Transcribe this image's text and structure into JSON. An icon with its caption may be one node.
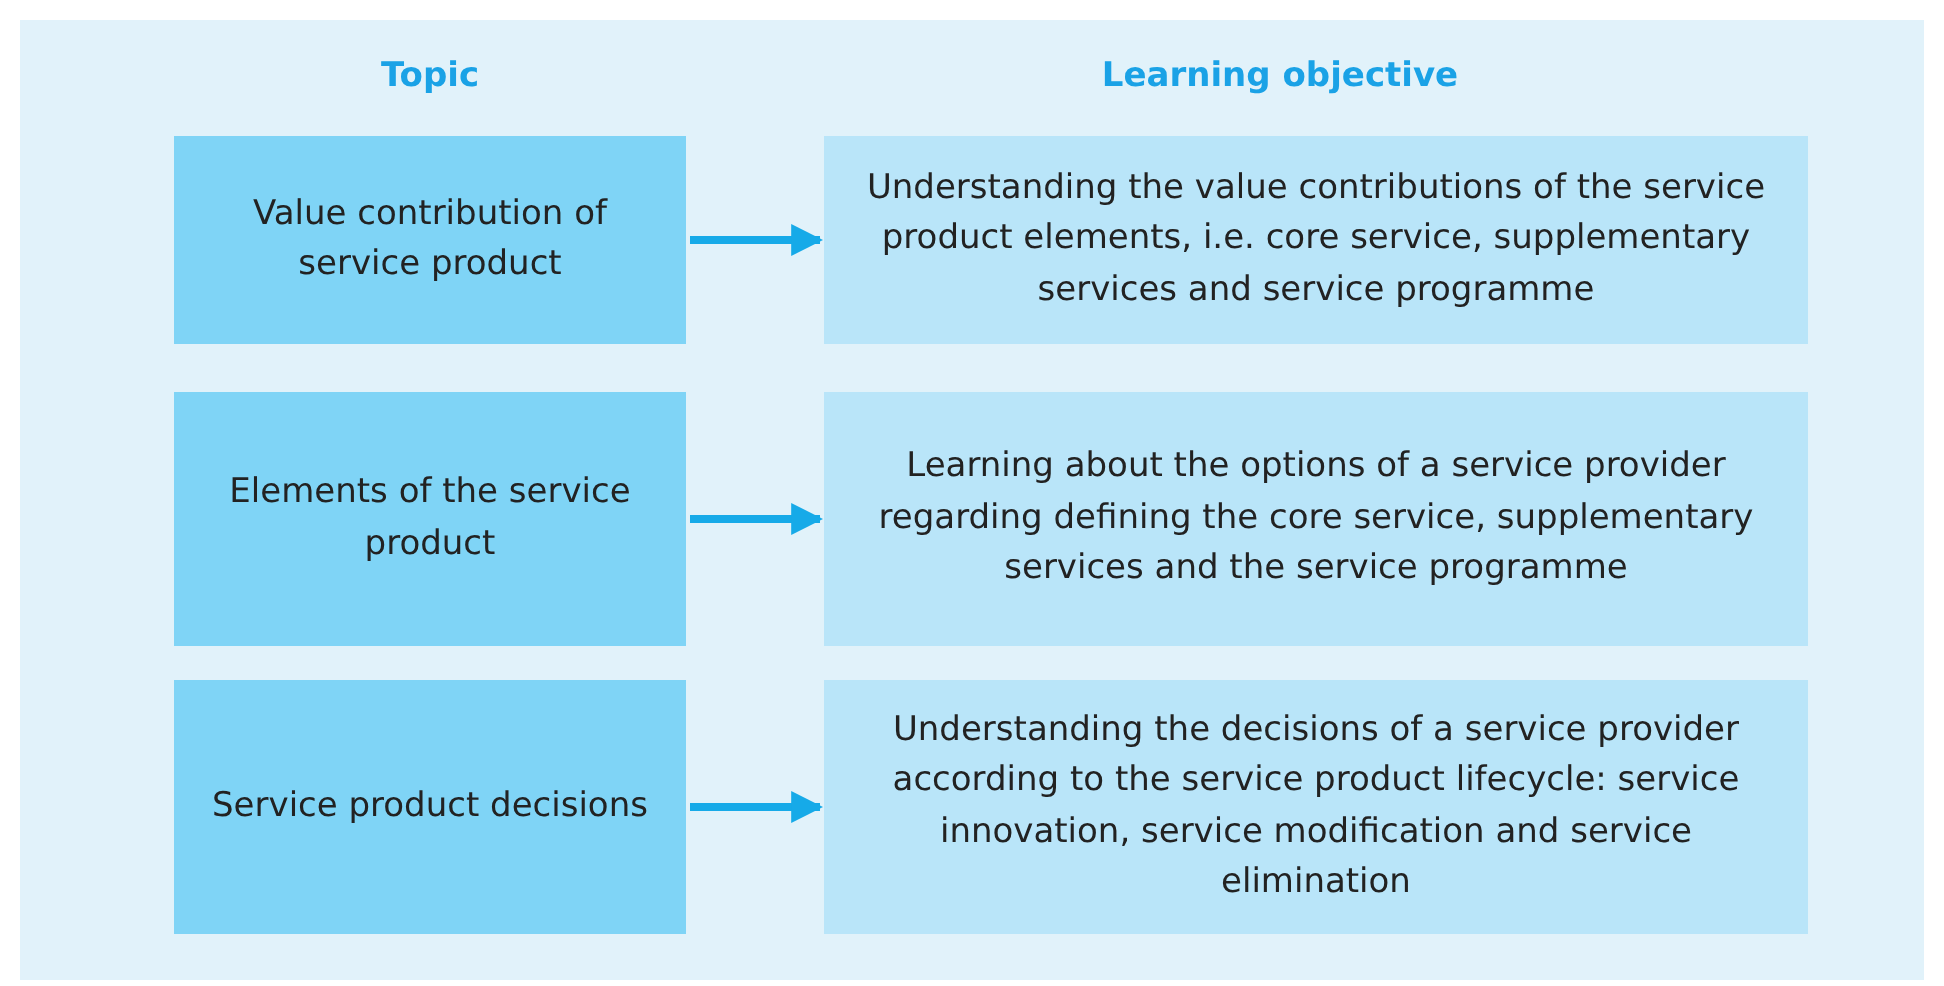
{
  "diagram": {
    "nodes": [
      {
        "text": [
          "Value contribution of service product"
        ]
      },
      {
        "text": [
          "Understanding the value contributions of the service product elements, i.e. core service, supplementary services and service programme"
        ]
      },
      {
        "text": [
          "Elements of the service product"
        ]
      },
      {
        "text": [
          "Learning about the options of a service provider regarding defining the core service, supplementary services and the service programme"
        ]
      },
      {
        "text": [
          "Service product decisions"
        ]
      },
      {
        "text": [
          "Understanding the decisions of a service provider according to the service product lifecycle: service innovation, service modification and service elimination"
        ]
      }
    ],
    "edges": [
      {
        "from": 0,
        "to": 1,
        "arrow": "to"
      },
      {
        "from": 2,
        "to": 3,
        "arrow": "to"
      },
      {
        "from": 4,
        "to": 5,
        "arrow": "to"
      }
    ],
    "labels": [
      "Topic",
      "Learning objective"
    ]
  }
}
